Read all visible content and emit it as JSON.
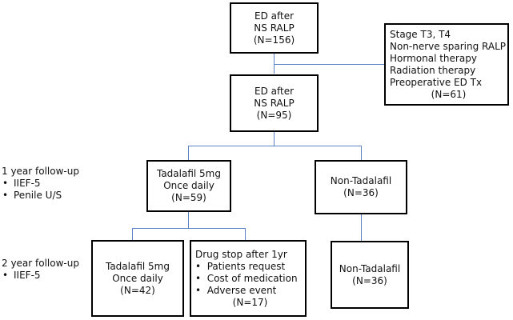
{
  "boxes": {
    "ed_after_top": [
      "ED after",
      "NS RALP",
      "(N=156)"
    ],
    "exclusion": {
      "items": [
        "Stage T3, T4",
        "Non-nerve sparing RALP",
        "Hormonal therapy",
        "Radiation therapy",
        "Preoperative ED Tx"
      ],
      "n": "(N=61)"
    },
    "ed_after_mid": [
      "ED after",
      "NS RALP",
      "(N=95)"
    ],
    "tadalafil_1yr": [
      "Tadalafil 5mg",
      "Once daily",
      "(N=59)"
    ],
    "non_tadalafil_1yr": [
      "Non-Tadalafil",
      "(N=36)"
    ],
    "tadalafil_2yr": [
      "Tadalafil 5mg",
      "Once daily",
      "(N=42)"
    ],
    "drug_stop": {
      "title": "Drug stop after 1yr",
      "items": [
        "Patients request",
        "Cost of medication",
        "Adverse event"
      ],
      "n": "(N=17)"
    },
    "non_tadalafil_2yr": [
      "Non-Tadalafil",
      "(N=36)"
    ]
  },
  "notes": {
    "one_year": {
      "title": "1 year follow-up",
      "items": [
        "IIEF-5",
        "Penile U/S"
      ]
    },
    "two_year": {
      "title": "2 year follow-up",
      "items": [
        "IIEF-5"
      ]
    }
  }
}
